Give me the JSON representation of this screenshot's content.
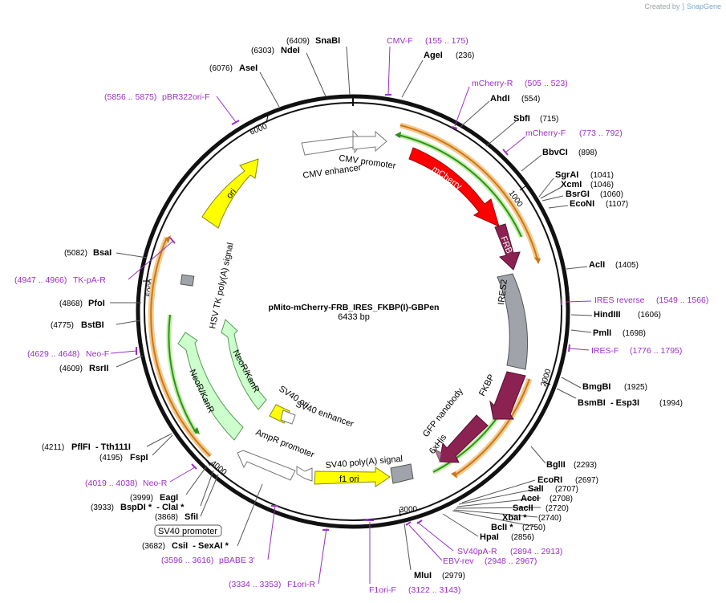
{
  "watermark": {
    "created_by": "Created by",
    "brand": "SnapGene"
  },
  "plasmid": {
    "name": "pMito-mCherry-FRB_IRES_FKBP(I)-GBPen",
    "size": "6433 bp"
  },
  "ticks": [
    "1000",
    "2000",
    "3000",
    "4000",
    "5000",
    "6000"
  ],
  "enzymes": [
    {
      "name": "SnaBI",
      "pos": "(6409)"
    },
    {
      "name": "NdeI",
      "pos": "(6303)"
    },
    {
      "name": "AseI",
      "pos": "(6076)"
    },
    {
      "name": "AgeI",
      "pos": "(236)"
    },
    {
      "name": "AhdI",
      "pos": "(554)"
    },
    {
      "name": "SbfI",
      "pos": "(715)"
    },
    {
      "name": "BbvCI",
      "pos": "(898)"
    },
    {
      "name": "SgrAI",
      "pos": "(1041)"
    },
    {
      "name": "XcmI",
      "pos": "(1046)"
    },
    {
      "name": "BsrGI",
      "pos": "(1060)"
    },
    {
      "name": "EcoNI",
      "pos": "(1107)"
    },
    {
      "name": "AclI",
      "pos": "(1405)"
    },
    {
      "name": "HindIII",
      "pos": "(1606)"
    },
    {
      "name": "PmlI",
      "pos": "(1698)"
    },
    {
      "name": "BmgBI",
      "pos": "(1925)"
    },
    {
      "name": "BsmBI  - Esp3I",
      "pos": "(1994)"
    },
    {
      "name": "BglII",
      "pos": "(2293)"
    },
    {
      "name": "EcoRI",
      "pos": "(2697)"
    },
    {
      "name": "SalI",
      "pos": "(2707)"
    },
    {
      "name": "AccI",
      "pos": "(2708)"
    },
    {
      "name": "SacII",
      "pos": "(2720)"
    },
    {
      "name": "XbaI *",
      "pos": "(2740)"
    },
    {
      "name": "BclI *",
      "pos": "(2750)"
    },
    {
      "name": "HpaI",
      "pos": "(2856)"
    },
    {
      "name": "MluI",
      "pos": "(2979)"
    },
    {
      "name": "BsaI",
      "pos": "(5082)"
    },
    {
      "name": "PfoI",
      "pos": "(4868)"
    },
    {
      "name": "BstBI",
      "pos": "(4775)"
    },
    {
      "name": "RsrII",
      "pos": "(4609)"
    },
    {
      "name": "PflFI  - Tth111I",
      "pos": "(4211)"
    },
    {
      "name": "FspI",
      "pos": "(4195)"
    },
    {
      "name": "EagI",
      "pos": "(3999)"
    },
    {
      "name": "BspDI *  - ClaI *",
      "pos": "(3933)"
    },
    {
      "name": "SfiI",
      "pos": "(3868)"
    },
    {
      "name": "CsiI  - SexAI *",
      "pos": "(3682)"
    }
  ],
  "primers": [
    {
      "name": "CMV-F",
      "range": "(155 .. 175)"
    },
    {
      "name": "mCherry-R",
      "range": "(505 .. 523)"
    },
    {
      "name": "mCherry-F",
      "range": "(773 .. 792)"
    },
    {
      "name": "IRES reverse",
      "range": "(1549 .. 1566)"
    },
    {
      "name": "IRES-F",
      "range": "(1776 .. 1795)"
    },
    {
      "name": "SV40pA-R",
      "range": "(2894 .. 2913)"
    },
    {
      "name": "EBV-rev",
      "range": "(2948 .. 2967)"
    },
    {
      "name": "F1ori-F",
      "range": "(3122 .. 3143)"
    },
    {
      "name": "F1ori-R",
      "range": "(3334 .. 3353)"
    },
    {
      "name": "pBABE 3'",
      "range": "(3596 .. 3616)"
    },
    {
      "name": "Neo-R",
      "range": "(4019 .. 4038)"
    },
    {
      "name": "Neo-F",
      "range": "(4629 .. 4648)"
    },
    {
      "name": "TK-pA-R",
      "range": "(4947 .. 4966)"
    },
    {
      "name": "pBR322ori-F",
      "range": "(5856 .. 5875)"
    }
  ],
  "boxed_feature": "SV40 promoter",
  "features": {
    "cmv_promoter": "CMV promoter",
    "cmv_enhancer": "CMV enhancer",
    "mcherry": "mCherry",
    "frb": "FRB",
    "ires2": "IRES2",
    "fkbp": "FKBP",
    "gfp_nanobody": "GFP nanobody",
    "his6": "6xHis",
    "sv40_polya": "SV40 poly(A) signal",
    "f1_ori": "f1 ori",
    "ampr_promoter": "AmpR promoter",
    "sv40_ori": "SV40 ori",
    "sv40_enhancer": "SV40 enhancer",
    "neor_inner": "NeoR/KanR",
    "neor_outer": "NeoR/KanR",
    "hsv_tk": "HSV TK poly(A) signal",
    "ori": "ori"
  },
  "colors": {
    "primer": "#9a2fc8",
    "mcherry": "#ff0000",
    "frb": "#8b2252",
    "ires": "#a0a4aa",
    "fkbp": "#8b2252",
    "gbp": "#8b2252",
    "yellow": "#ffff00",
    "neor": "#ccffcc",
    "orange": "#f0a040",
    "green": "#33aa22"
  }
}
